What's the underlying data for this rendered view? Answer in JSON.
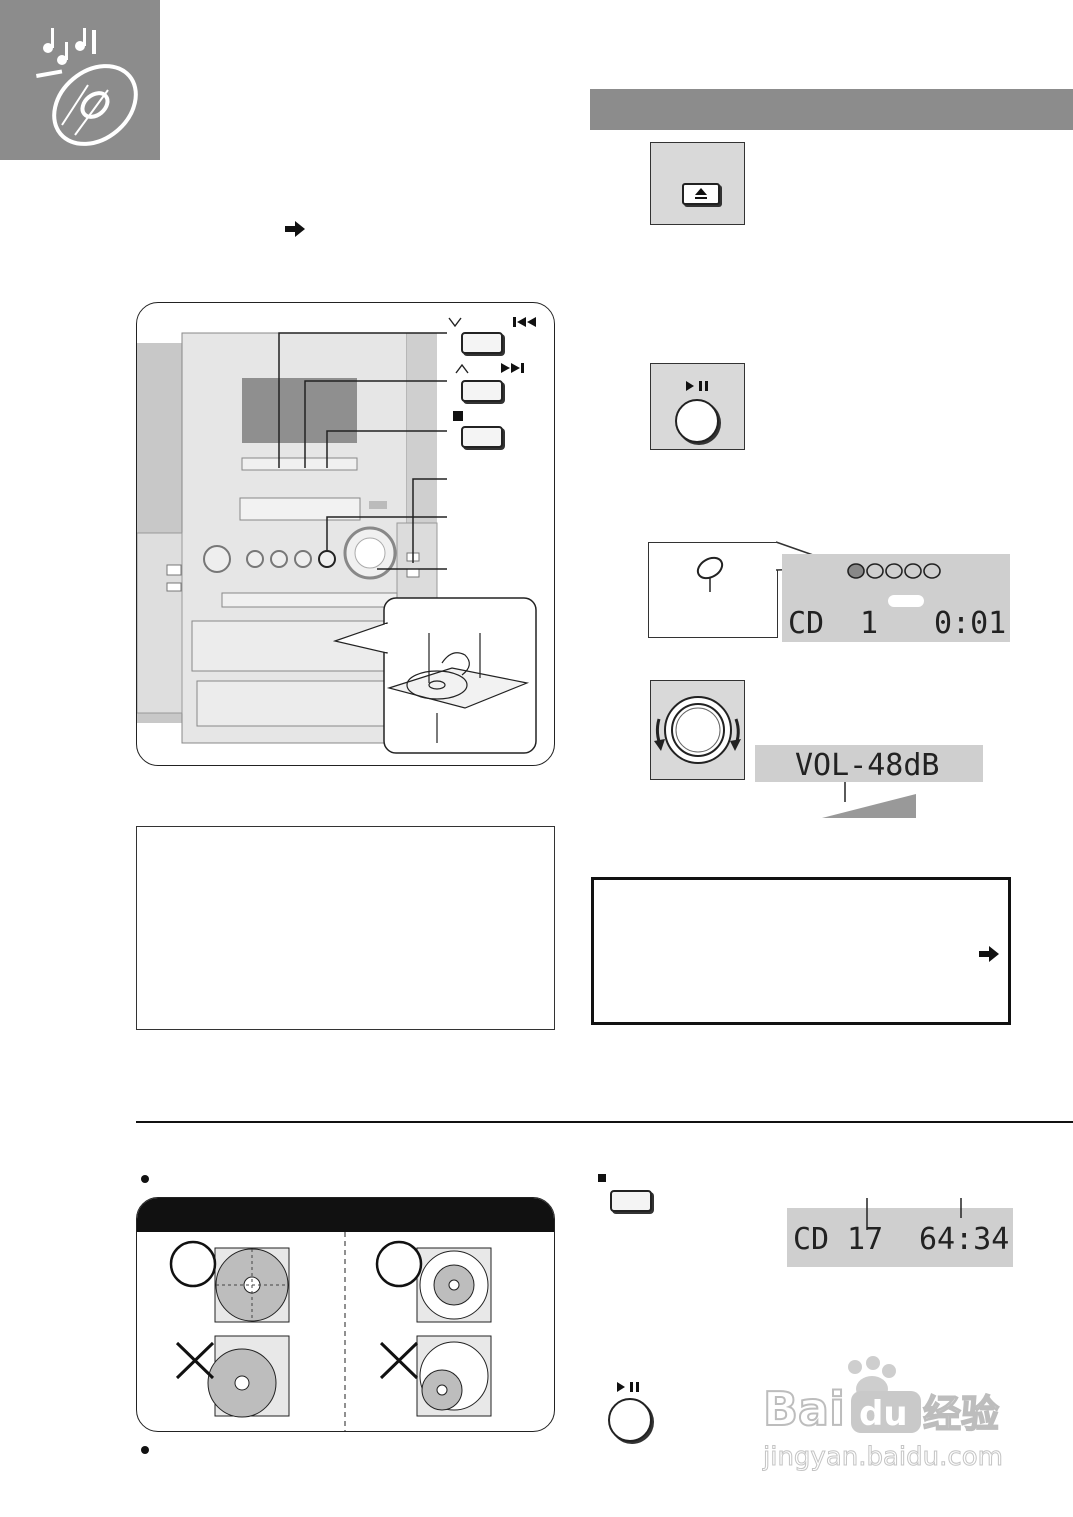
{
  "displays": {
    "play": {
      "source": "CD",
      "track": "1",
      "time": "0:01"
    },
    "volume": {
      "text": "VOL-48dB"
    },
    "total": {
      "source": "CD",
      "tracks": "17",
      "time": "64:34"
    }
  },
  "colors": {
    "header_gray": "#8c8c8c",
    "lcd_gray": "#cfcfcf",
    "panel_gray": "#d9d9d9"
  },
  "icons": [
    "music-cd-icon",
    "arrow-right-icon",
    "eject-icon",
    "play-pause-icon",
    "stop-icon",
    "skip-back-icon",
    "skip-forward-icon",
    "volume-knob-icon",
    "ok-circle-icon",
    "wrong-cross-icon"
  ],
  "watermark": {
    "brand": "Baidu经验",
    "url": "jingyan.baidu.com"
  }
}
